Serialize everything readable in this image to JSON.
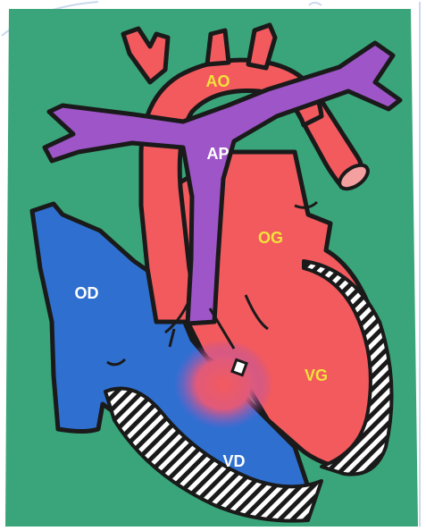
{
  "labels": {
    "ao": "AO",
    "ap": "AP",
    "og": "OG",
    "od": "OD",
    "vg": "VG",
    "vd": "VD"
  },
  "colors": {
    "background_green": "#3aa57a",
    "arterial_red": "#f25a5e",
    "venous_blue": "#2f6fd0",
    "pulmonary_purple": "#9d55c8",
    "outline": "#1a1a1a",
    "label_yellow": "#f2e23a",
    "label_white": "#ffffff",
    "frame_border": "#c9d8ec"
  }
}
